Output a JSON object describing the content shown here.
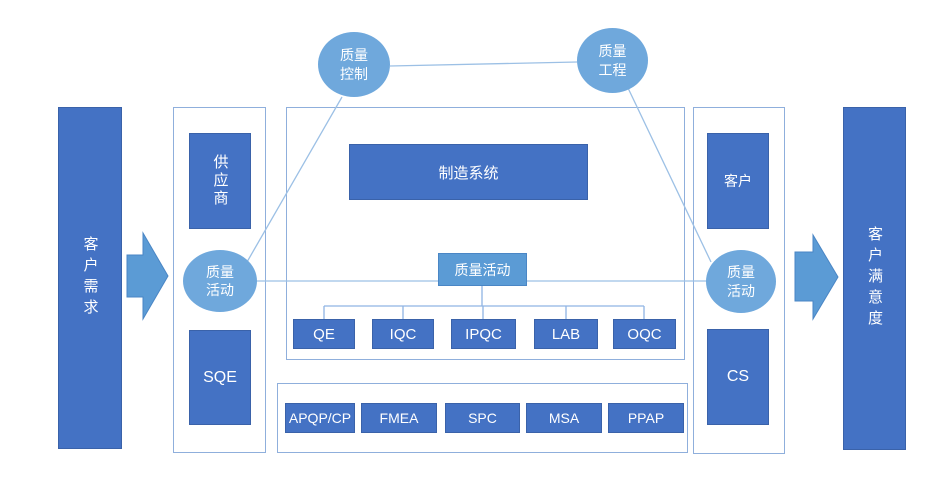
{
  "palette": {
    "dark_blue": "#4472C4",
    "medium_blue": "#5B9BD5",
    "circle_blue": "#6FA8DC",
    "connector_blue": "#9CC0E5",
    "container_border": "#8FAFDC",
    "text_white": "#FFFFFF"
  },
  "flow": {
    "input_label": "客户需求",
    "output_label": "客户满意度"
  },
  "top": {
    "quality_control": "质量\n控制",
    "quality_engineering": "质量\n工程"
  },
  "supplier_column": {
    "supplier": "供应商",
    "quality_activity": "质量\n活动",
    "sqe": "SQE"
  },
  "manufacturing": {
    "system": "制造系统",
    "quality_activity": "质量活动",
    "departments": [
      "QE",
      "IQC",
      "IPQC",
      "LAB",
      "OQC"
    ]
  },
  "quality_tools": [
    "APQP/CP",
    "FMEA",
    "SPC",
    "MSA",
    "PPAP"
  ],
  "customer_column": {
    "customer": "客户",
    "quality_activity": "质量\n活动",
    "cs": "CS"
  }
}
